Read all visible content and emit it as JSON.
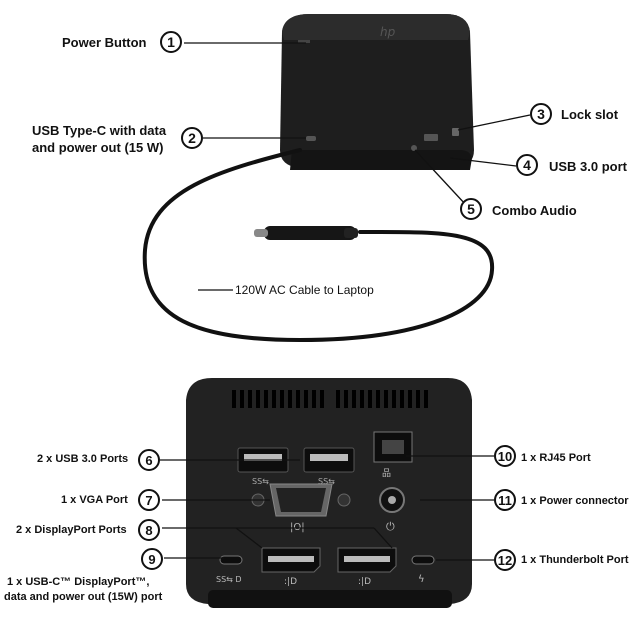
{
  "top_labels": {
    "power_button": "Power Button",
    "usbc_line1": "USB Type-C with data",
    "usbc_line2": "and power out (15 W)",
    "lock_slot": "Lock slot",
    "usb30": "USB 3.0 port",
    "combo_audio": "Combo Audio",
    "cable": "120W AC Cable to Laptop"
  },
  "top_numbers": [
    "1",
    "2",
    "3",
    "4",
    "5"
  ],
  "bottom_labels": {
    "usb30_ports": "2 x USB 3.0 Ports",
    "vga_port": "1 x  VGA Port",
    "displayport": "2 x  DisplayPort Ports",
    "usbc_dp_line1": "1 x USB-C™ DisplayPort™,",
    "usbc_dp_line2": "data and power out (15W) port",
    "rj45": "1 x RJ45 Port",
    "power_connector": "1 x Power connector",
    "thunderbolt": "1 x Thunderbolt Port"
  },
  "bottom_numbers": [
    "6",
    "7",
    "8",
    "9",
    "10",
    "11",
    "12"
  ],
  "icons": [
    "dock-top-view",
    "usb-c-cable",
    "dock-rear-view",
    "usb-a-port-icon",
    "vga-port-icon",
    "displayport-icon",
    "usb-c-port-icon",
    "rj45-port-icon",
    "power-jack-icon",
    "thunderbolt-icon"
  ],
  "colors": {
    "dock_body": "#1c1c1c",
    "cable": "#111111",
    "background": "#ffffff"
  }
}
